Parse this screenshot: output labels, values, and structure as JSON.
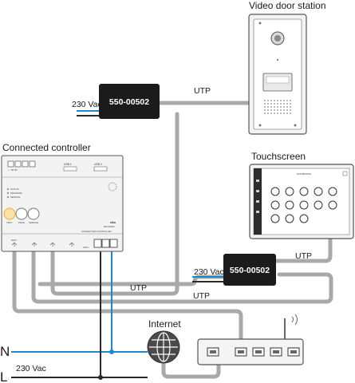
{
  "labels": {
    "video_door_station": "Video door station",
    "connected_controller": "Connected controller",
    "touchscreen": "Touchscreen",
    "internet": "Internet",
    "utp_door": "UTP",
    "utp_touch": "UTP",
    "utp_ctrl_1": "UTP",
    "utp_ctrl_2": "UTP",
    "psu_top_model": "550-00502",
    "psu_bottom_model": "550-00502",
    "vac_top": "230 Vac",
    "vac_bottom": "230 Vac",
    "mains_vac": "230 Vac",
    "neutral": "N",
    "live": "L"
  },
  "controller_text": {
    "usb1": "USB 1",
    "usb2": "USB 2",
    "status": "STATUS",
    "program": "PROGRAM",
    "service": "SERVICE",
    "btn_test": "TEST",
    "btn_prog": "PROG",
    "btn_service": "SERVICE",
    "brand": "niko",
    "model": "550-00003",
    "subtitle": "CONNECTED CONTROLLER",
    "term_nikobus": "NIKO",
    "term_voltage": "230V~",
    "term_symbols": "+  -  BT  B2"
  },
  "touchscreen_text": {
    "header": "DASHBOARD"
  },
  "colors": {
    "cable": "#a9a9a9",
    "psu_box": "#1b1b1b",
    "neutral_wire": "#1e88c9",
    "live_wire": "#2a2a2a",
    "device_frame": "#555555",
    "test_button": "#f2b84b"
  }
}
